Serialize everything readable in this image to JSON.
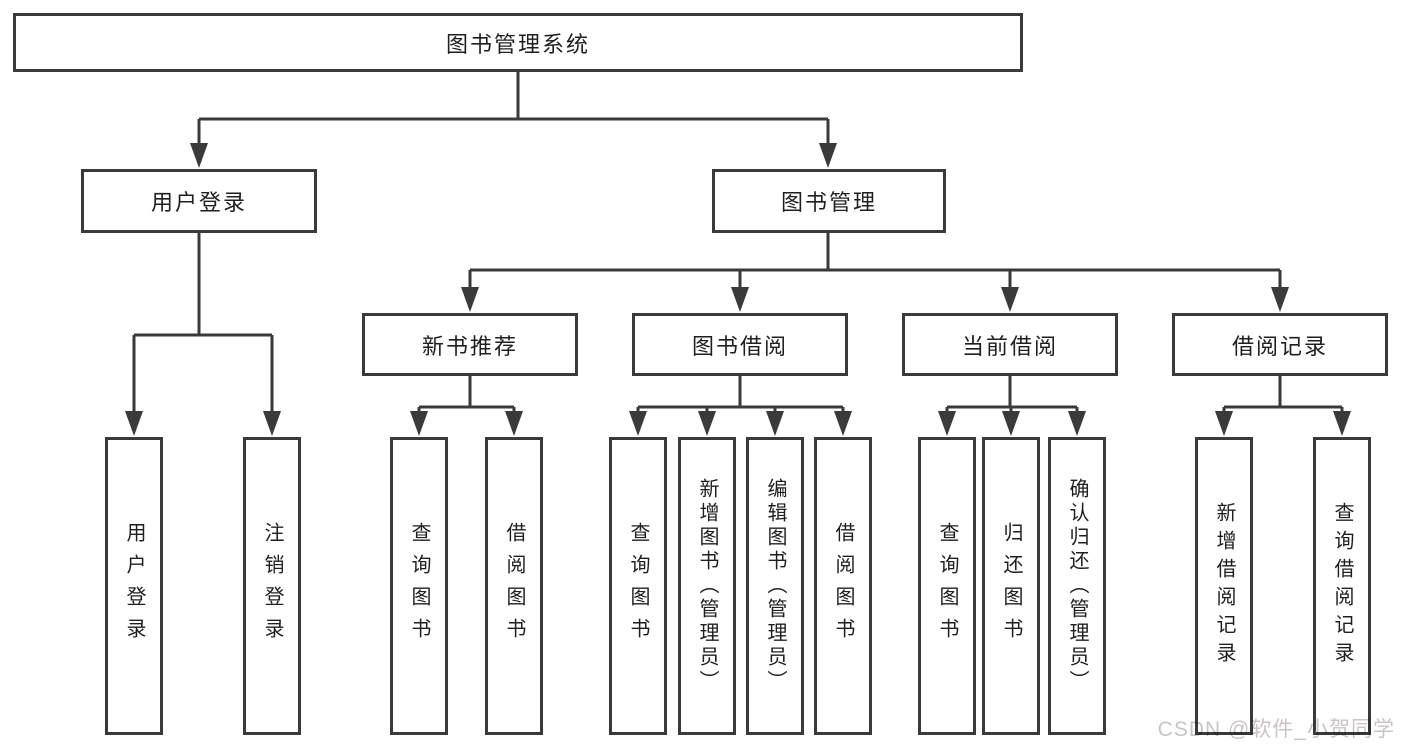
{
  "diagram": {
    "type": "tree",
    "colors": {
      "line": "#3a3a3a",
      "text": "#1f1f1f",
      "background": "#ffffff",
      "watermark": "#c5c0c0"
    },
    "tree": {
      "label": "图书管理系统",
      "children": [
        {
          "label": "用户登录",
          "children": [
            {
              "label": "用户登录"
            },
            {
              "label": "注销登录"
            }
          ]
        },
        {
          "label": "图书管理",
          "children": [
            {
              "label": "新书推荐",
              "children": [
                {
                  "label": "查询图书"
                },
                {
                  "label": "借阅图书"
                }
              ]
            },
            {
              "label": "图书借阅",
              "children": [
                {
                  "label": "查询图书"
                },
                {
                  "label": "新增图书（管理员）"
                },
                {
                  "label": "编辑图书（管理员）"
                },
                {
                  "label": "借阅图书"
                }
              ]
            },
            {
              "label": "当前借阅",
              "children": [
                {
                  "label": "查询图书"
                },
                {
                  "label": "归还图书"
                },
                {
                  "label": "确认归还（管理员）"
                }
              ]
            },
            {
              "label": "借阅记录",
              "children": [
                {
                  "label": "新增借阅记录"
                },
                {
                  "label": "查询借阅记录"
                }
              ]
            }
          ]
        }
      ]
    }
  },
  "watermark": {
    "text": "CSDN @软件_小贺同学"
  }
}
